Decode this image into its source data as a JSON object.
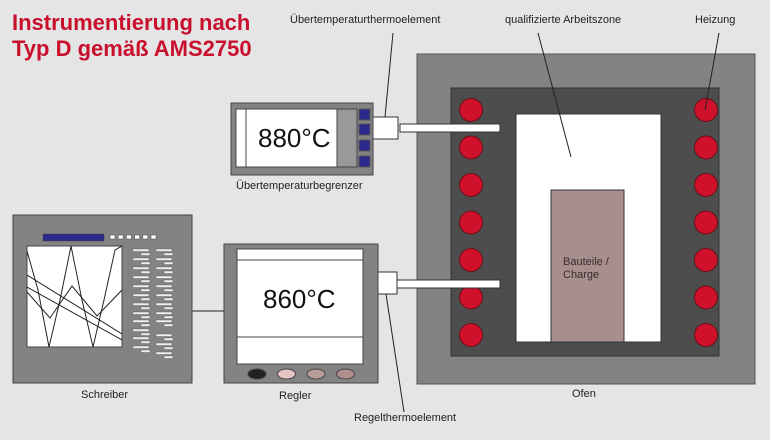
{
  "title": "Instrumentierung nach\nTyp D gemäß AMS2750",
  "labels": {
    "over_temp_thermocouple": "Übertemperaturthermoelement",
    "qualified_work_zone": "qualifizierte Arbeitszone",
    "heating": "Heizung",
    "over_temp_limiter": "Übertemperaturbegrenzer",
    "recorder": "Schreiber",
    "controller": "Regler",
    "control_thermocouple": "Regelthermoelement",
    "furnace": "Ofen",
    "parts_charge": "Bauteile /\nCharge"
  },
  "readouts": {
    "limiter": "880°C",
    "controller": "860°C"
  },
  "colors": {
    "title": "#c8102e",
    "heater": "#d0112b",
    "furnace_outer": "#838383",
    "furnace_inner": "#4d4d4d",
    "charge": "#a88f8f",
    "limiter_button": "#2b2a8a",
    "recorder_bar": "#2b2a8a"
  },
  "controller_buttons": [
    "#222222",
    "#e6c4c4",
    "#b89c9c",
    "#b08e8e"
  ],
  "heaters_per_side": 7
}
